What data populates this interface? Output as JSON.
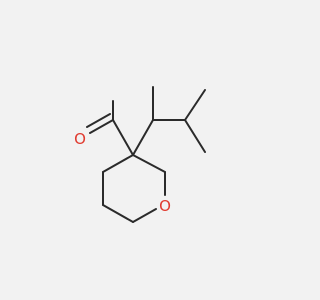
{
  "molecule": {
    "atoms": [
      {
        "id": "O_aldehyde",
        "label": "O",
        "color": "#e03a2f"
      },
      {
        "id": "O_ring",
        "label": "O",
        "color": "#e03a2f"
      }
    ],
    "bond_color": "#2b2b2b"
  }
}
